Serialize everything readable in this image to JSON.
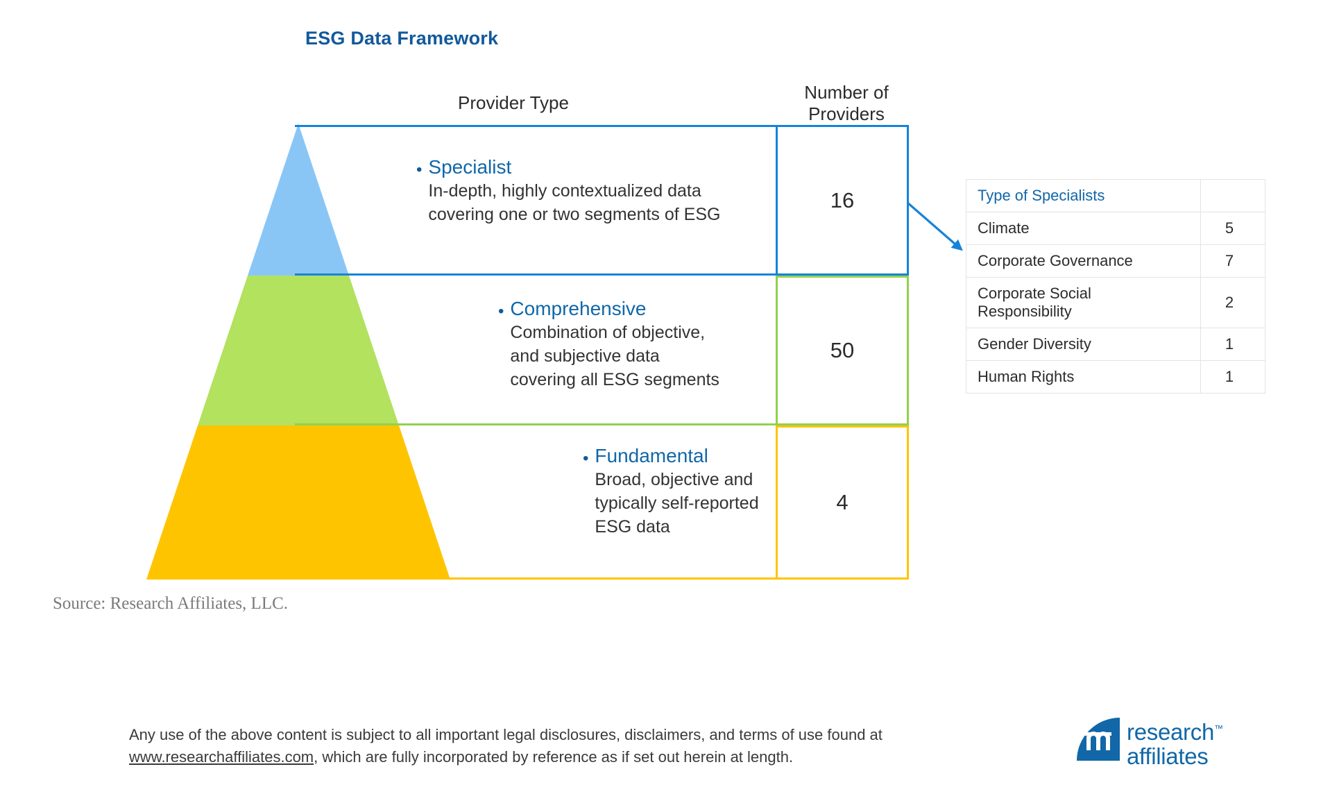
{
  "title": "ESG Data Framework",
  "columns": {
    "provider_type": "Provider Type",
    "number_of_providers": "Number of\nProviders",
    "number_of_providers_line1": "Number of",
    "number_of_providers_line2": "Providers"
  },
  "bullet_char": "•",
  "tiers": [
    {
      "id": "specialist",
      "title": "Specialist",
      "description": "In-depth, highly contextualized data covering one or two segments of ESG",
      "count": "16",
      "color": "#1683D8",
      "band_color": "#8AC6F5"
    },
    {
      "id": "comprehensive",
      "title": "Comprehensive",
      "description": "Combination of objective, and subjective data covering all ESG segments",
      "count": "50",
      "color": "#92D050",
      "band_color": "#B2E25E"
    },
    {
      "id": "fundamental",
      "title": "Fundamental",
      "description": "Broad, objective and typically self-reported ESG data",
      "count": "4",
      "color": "#FFC400",
      "band_color": "#FFC400"
    }
  ],
  "specialists_table": {
    "header": {
      "type_label": "Type of Specialists",
      "count_label": ""
    },
    "rows": [
      {
        "type": "Climate",
        "count": "5"
      },
      {
        "type": "Corporate Governance",
        "count": "7"
      },
      {
        "type": "Corporate Social Responsibility",
        "count": "2"
      },
      {
        "type": "Gender Diversity",
        "count": "1"
      },
      {
        "type": "Human Rights",
        "count": "1"
      }
    ]
  },
  "source": "Source: Research Affiliates, LLC.",
  "footer": {
    "line1_before_link": "Any use of the above content is subject to all important legal disclosures, disclaimers, and terms of use found at",
    "link_text": "www.researchaffiliates.com",
    "line2_after_link": ",  which are fully incorporated by reference  as if set out herein at length."
  },
  "logo": {
    "word1": "research",
    "word2": "affiliates",
    "tm": "™",
    "monogram": "RA",
    "color": "#1167A8"
  },
  "chart_data": {
    "type": "bar",
    "title": "ESG Data Framework",
    "categories": [
      "Specialist",
      "Comprehensive",
      "Fundamental"
    ],
    "values": [
      16,
      50,
      4
    ],
    "xlabel": "Provider Type",
    "ylabel": "Number of Providers",
    "series": [
      {
        "name": "Number of Providers",
        "values": [
          16,
          50,
          4
        ]
      }
    ],
    "breakdown": {
      "parent": "Specialist",
      "title": "Type of Specialists",
      "categories": [
        "Climate",
        "Corporate Governance",
        "Corporate Social Responsibility",
        "Gender Diversity",
        "Human Rights"
      ],
      "values": [
        5,
        7,
        2,
        1,
        1
      ]
    },
    "grid": false,
    "legend": "none"
  }
}
